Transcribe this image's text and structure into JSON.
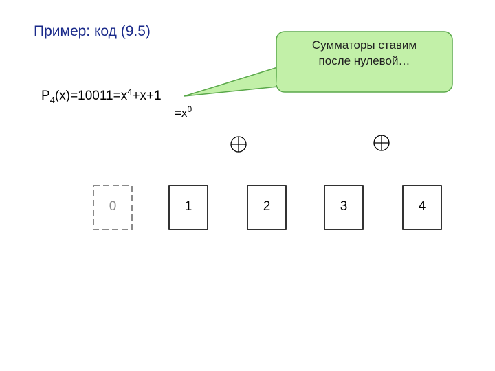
{
  "title": "Пример: код (9.5)",
  "polynomial": {
    "prefix": "P",
    "subscript": "4",
    "body": "(x)=10011=x",
    "power": "4",
    "suffix": "+x+1"
  },
  "x_zero": {
    "base": "=x",
    "power": "0"
  },
  "callout": {
    "line1": "Сумматоры ставим",
    "line2": "после нулевой…"
  },
  "register_cells": [
    {
      "label": "0",
      "style": "dashed"
    },
    {
      "label": "1",
      "style": "solid"
    },
    {
      "label": "2",
      "style": "solid"
    },
    {
      "label": "3",
      "style": "solid"
    },
    {
      "label": "4",
      "style": "solid"
    }
  ],
  "colors": {
    "title": "#1a2a8a",
    "callout_fill": "#c2f0a8",
    "callout_stroke": "#5aa84a",
    "dashed_cell": "#8a8a8a"
  }
}
